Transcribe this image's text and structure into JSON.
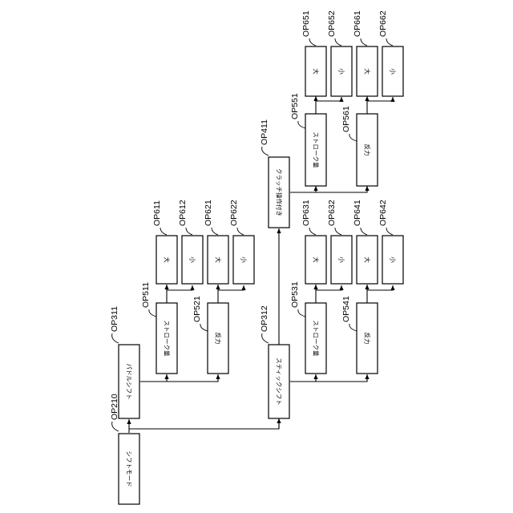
{
  "nodes": {
    "op210": {
      "ref": "OP210",
      "text": "シフトモード"
    },
    "op311": {
      "ref": "OP311",
      "text": "パドルシフト"
    },
    "op312": {
      "ref": "OP312",
      "text": "スティックシフト"
    },
    "op411": {
      "ref": "OP411",
      "text": "クラッチ操作付き"
    },
    "op511": {
      "ref": "OP511",
      "text": "ストローク量"
    },
    "op521": {
      "ref": "OP521",
      "text": "反力"
    },
    "op531": {
      "ref": "OP531",
      "text": "ストローク量"
    },
    "op541": {
      "ref": "OP541",
      "text": "反力"
    },
    "op551": {
      "ref": "OP551",
      "text": "ストローク量"
    },
    "op561": {
      "ref": "OP561",
      "text": "反力"
    },
    "op611": {
      "ref": "OP611",
      "text": "大"
    },
    "op612": {
      "ref": "OP612",
      "text": "小"
    },
    "op621": {
      "ref": "OP621",
      "text": "大"
    },
    "op622": {
      "ref": "OP622",
      "text": "小"
    },
    "op631": {
      "ref": "OP631",
      "text": "大"
    },
    "op632": {
      "ref": "OP632",
      "text": "小"
    },
    "op641": {
      "ref": "OP641",
      "text": "大"
    },
    "op642": {
      "ref": "OP642",
      "text": "小"
    },
    "op651": {
      "ref": "OP651",
      "text": "大"
    },
    "op652": {
      "ref": "OP652",
      "text": "小"
    },
    "op661": {
      "ref": "OP661",
      "text": "大"
    },
    "op662": {
      "ref": "OP662",
      "text": "小"
    }
  }
}
